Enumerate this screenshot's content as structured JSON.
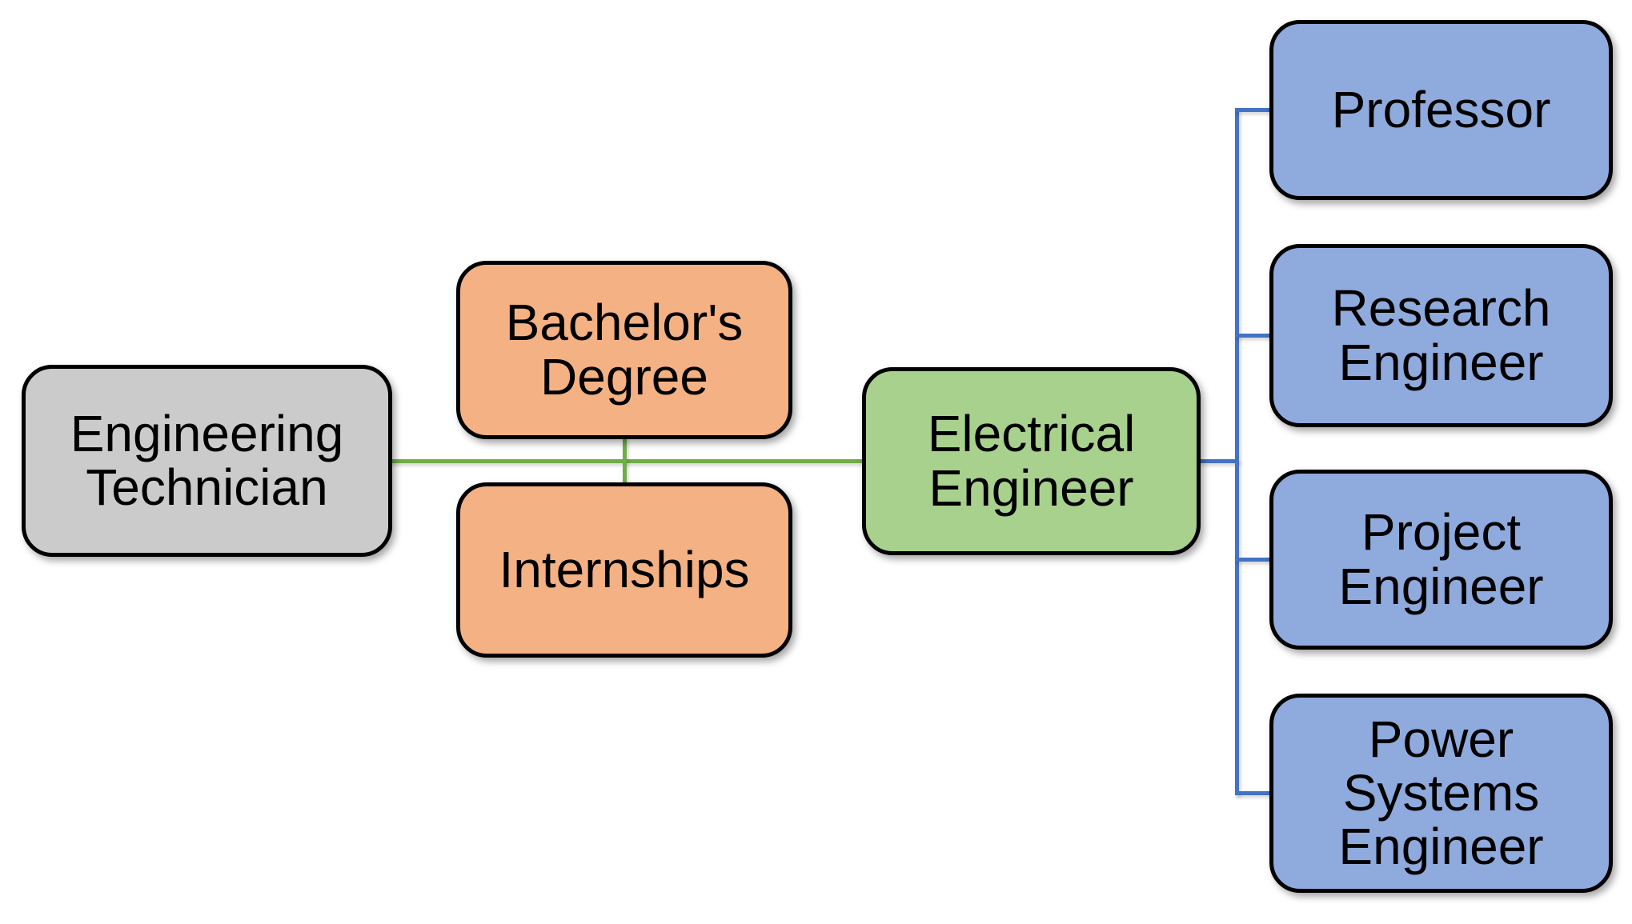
{
  "colors": {
    "gray_fill": "#CBCBCB",
    "orange_fill": "#F4B183",
    "green_fill": "#A9D18E",
    "blue_fill": "#8FAADC",
    "green_line": "#70AD47",
    "blue_line": "#4472C4",
    "border_color": "#000000",
    "text_color": "#000000"
  },
  "nodes": {
    "engineering_technician": {
      "label": "Engineering Technician",
      "lines": [
        "Engineering",
        "Technician"
      ],
      "fill": "#CBCBCB"
    },
    "bachelors_degree": {
      "label": "Bachelor's Degree",
      "lines": [
        "Bachelor's",
        "Degree"
      ],
      "fill": "#F4B183"
    },
    "internships": {
      "label": "Internships",
      "lines": [
        "Internships"
      ],
      "fill": "#F4B183"
    },
    "electrical_engineer": {
      "label": "Electrical Engineer",
      "lines": [
        "Electrical",
        "Engineer"
      ],
      "fill": "#A9D18E"
    },
    "professor": {
      "label": "Professor",
      "lines": [
        "Professor"
      ],
      "fill": "#8FAADC"
    },
    "research_engineer": {
      "label": "Research Engineer",
      "lines": [
        "Research",
        "Engineer"
      ],
      "fill": "#8FAADC"
    },
    "project_engineer": {
      "label": "Project Engineer",
      "lines": [
        "Project",
        "Engineer"
      ],
      "fill": "#8FAADC"
    },
    "power_systems_engineer": {
      "label": "Power Systems Engineer",
      "lines": [
        "Power",
        "Systems",
        "Engineer"
      ],
      "fill": "#8FAADC"
    }
  },
  "edges": [
    {
      "from": "Engineering Technician",
      "to": "Electrical Engineer",
      "via": "junction between Bachelor's Degree and Internships",
      "color": "#70AD47"
    },
    {
      "from": "Bachelor's Degree",
      "to": "Internships",
      "color": "#70AD47"
    },
    {
      "from": "Electrical Engineer",
      "to": "Professor",
      "color": "#4472C4"
    },
    {
      "from": "Electrical Engineer",
      "to": "Research Engineer",
      "color": "#4472C4"
    },
    {
      "from": "Electrical Engineer",
      "to": "Project Engineer",
      "color": "#4472C4"
    },
    {
      "from": "Electrical Engineer",
      "to": "Power Systems Engineer",
      "color": "#4472C4"
    }
  ]
}
